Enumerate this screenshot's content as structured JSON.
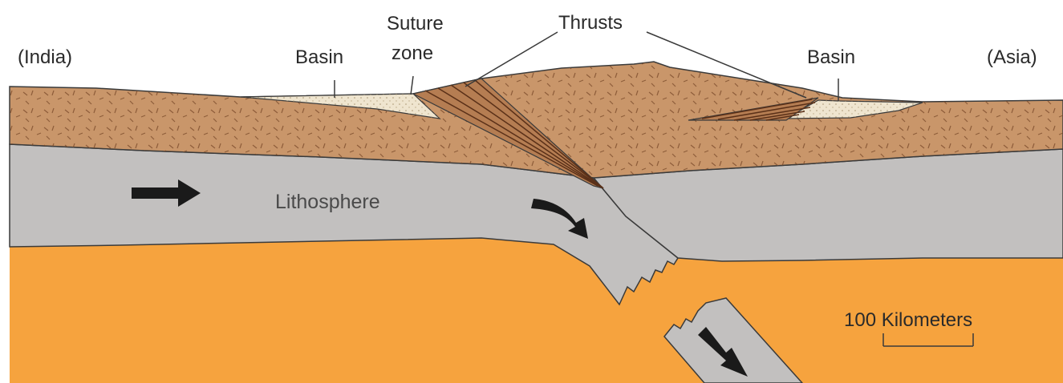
{
  "labels": {
    "india": "(India)",
    "asia": "(Asia)",
    "basin_left": "Basin",
    "basin_right": "Basin",
    "suture_line1": "Suture",
    "suture_line2": "zone",
    "thrusts": "Thrusts",
    "lithosphere": "Lithosphere",
    "scale": "100 Kilometers"
  },
  "colors": {
    "crust": "#c9966a",
    "crust_fleck": "#7a4a2a",
    "lithosphere": "#c2c0bf",
    "mantle": "#f6a33e",
    "basin_sediment": "#efe5cf",
    "arrow": "#1a1a1a",
    "outline": "#3a3a3a"
  }
}
